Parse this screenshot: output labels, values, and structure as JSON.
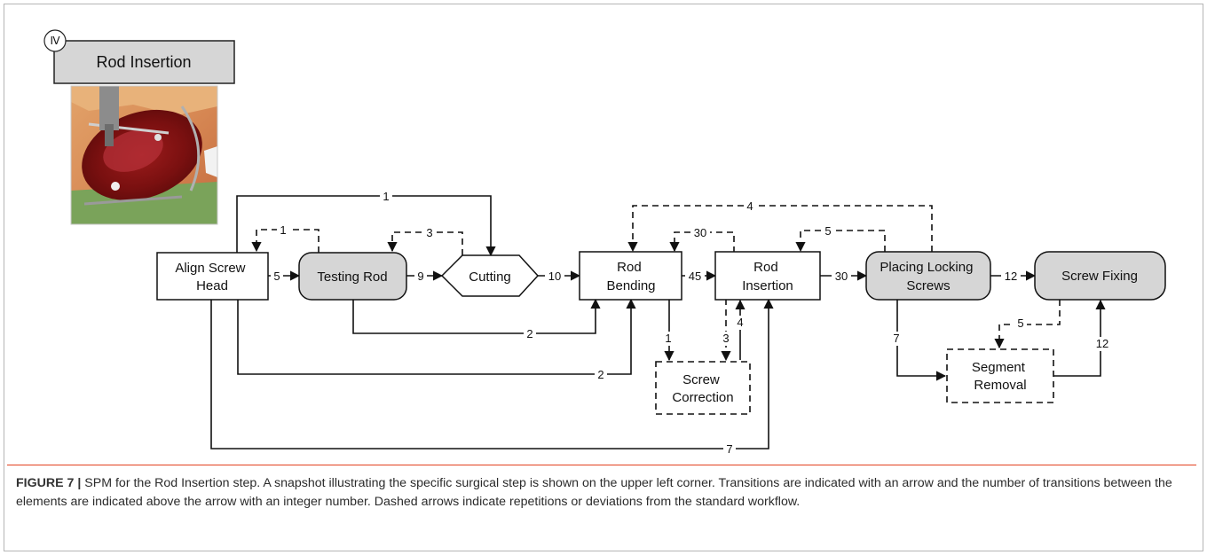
{
  "step": {
    "badge": "Ⅳ",
    "title": "Rod Insertion"
  },
  "photo": {
    "alt": "Surgical snapshot of rod insertion"
  },
  "nodes": {
    "align_screw_head": [
      "Align Screw",
      "Head"
    ],
    "testing_rod": [
      "Testing Rod"
    ],
    "cutting": [
      "Cutting"
    ],
    "rod_bending": [
      "Rod",
      "Bending"
    ],
    "rod_insertion": [
      "Rod",
      "Insertion"
    ],
    "placing_locking_screws": [
      "Placing Locking",
      "Screws"
    ],
    "screw_fixing": [
      "Screw Fixing"
    ],
    "screw_correction": [
      "Screw",
      "Correction"
    ],
    "segment_removal": [
      "Segment",
      "Removal"
    ]
  },
  "edges": [
    {
      "id": "align-to-testing",
      "from": "Align Screw Head",
      "to": "Testing Rod",
      "label": "5",
      "dashed": false
    },
    {
      "id": "testing-to-cutting",
      "from": "Testing Rod",
      "to": "Cutting",
      "label": "9",
      "dashed": false
    },
    {
      "id": "cutting-to-bending",
      "from": "Cutting",
      "to": "Rod Bending",
      "label": "10",
      "dashed": false
    },
    {
      "id": "bending-to-insertion",
      "from": "Rod Bending",
      "to": "Rod Insertion",
      "label": "45",
      "dashed": false
    },
    {
      "id": "insertion-to-locking",
      "from": "Rod Insertion",
      "to": "Placing Locking Screws",
      "label": "30",
      "dashed": false
    },
    {
      "id": "locking-to-fixing",
      "from": "Placing Locking Screws",
      "to": "Screw Fixing",
      "label": "12",
      "dashed": false
    },
    {
      "id": "align-to-cutting",
      "from": "Align Screw Head",
      "to": "Cutting",
      "label": "1",
      "dashed": false
    },
    {
      "id": "testing-to-align",
      "from": "Testing Rod",
      "to": "Align Screw Head",
      "label": "1",
      "dashed": true
    },
    {
      "id": "cutting-to-testing",
      "from": "Cutting",
      "to": "Testing Rod",
      "label": "3",
      "dashed": true
    },
    {
      "id": "insertion-to-bending",
      "from": "Rod Insertion",
      "to": "Rod Bending",
      "label": "30",
      "dashed": true
    },
    {
      "id": "locking-to-insertion",
      "from": "Placing Locking Screws",
      "to": "Rod Insertion",
      "label": "5",
      "dashed": true
    },
    {
      "id": "locking-to-bending",
      "from": "Placing Locking Screws",
      "to": "Rod Bending",
      "label": "4",
      "dashed": true
    },
    {
      "id": "testing-to-bending",
      "from": "Testing Rod",
      "to": "Rod Bending",
      "label": "2",
      "dashed": false
    },
    {
      "id": "align-to-bending",
      "from": "Align Screw Head",
      "to": "Rod Bending",
      "label": "2",
      "dashed": false
    },
    {
      "id": "align-to-insertion",
      "from": "Align Screw Head",
      "to": "Rod Insertion",
      "label": "7",
      "dashed": false
    },
    {
      "id": "bending-to-correction",
      "from": "Rod Bending",
      "to": "Screw Correction",
      "label": "1",
      "dashed": false
    },
    {
      "id": "insertion-to-correction",
      "from": "Rod Insertion",
      "to": "Screw Correction",
      "label": "3",
      "dashed": true
    },
    {
      "id": "correction-to-insertion",
      "from": "Screw Correction",
      "to": "Rod Insertion",
      "label": "4",
      "dashed": false
    },
    {
      "id": "locking-to-removal",
      "from": "Placing Locking Screws",
      "to": "Segment Removal",
      "label": "7",
      "dashed": false
    },
    {
      "id": "removal-to-fixing",
      "from": "Segment Removal",
      "to": "Screw Fixing",
      "label": "12",
      "dashed": false
    },
    {
      "id": "fixing-to-removal",
      "from": "Screw Fixing",
      "to": "Segment Removal",
      "label": "5",
      "dashed": true
    }
  ],
  "caption": {
    "label": "FIGURE 7 |",
    "text": "SPM for the Rod Insertion step. A snapshot illustrating the specific surgical step is shown on the upper left corner. Transitions are indicated with an arrow and the number of transitions between the elements are indicated above the arrow with an integer number. Dashed arrows indicate repetitions or deviations from the standard workflow."
  },
  "colors": {
    "node_gray": "#d6d6d6",
    "title_gray": "#d6d6d6",
    "caption_rule": "#e2401e",
    "line": "#111111"
  }
}
